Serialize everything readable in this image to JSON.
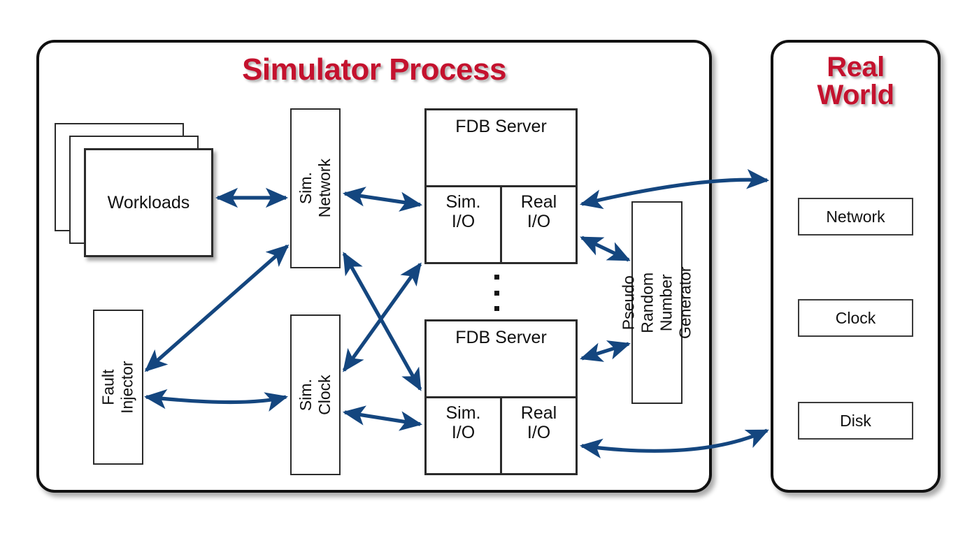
{
  "diagram": {
    "title": "Simulator Process",
    "colors": {
      "accent_red": "#c4122e",
      "arrow_blue": "#14467f",
      "box_border": "#2b2b2b",
      "background": "#ffffff"
    },
    "simulator_process": {
      "title": "Simulator Process",
      "workloads": {
        "label": "Workloads",
        "stack_count": 3
      },
      "sim_network": {
        "label": "Sim. Network"
      },
      "sim_clock": {
        "label": "Sim. Clock"
      },
      "fault_injector": {
        "label": "Fault Injector"
      },
      "prng": {
        "label": "Pseudo Random\nNumber Generator"
      },
      "fdb_servers": [
        {
          "title": "FDB Server",
          "sim_io": "Sim.\nI/O",
          "real_io": "Real\nI/O"
        },
        {
          "title": "FDB Server",
          "sim_io": "Sim.\nI/O",
          "real_io": "Real\nI/O"
        }
      ],
      "ellipsis": "⋮"
    },
    "real_world": {
      "title": "Real\nWorld",
      "items": [
        {
          "label": "Network"
        },
        {
          "label": "Clock"
        },
        {
          "label": "Disk"
        }
      ]
    },
    "connections": [
      {
        "from": "Workloads",
        "to": "Sim. Network",
        "style": "double-arrow"
      },
      {
        "from": "Sim. Network",
        "to": "FDB Server 1 Sim. I/O",
        "style": "double-arrow"
      },
      {
        "from": "Sim. Network",
        "to": "FDB Server 2 Sim. I/O",
        "style": "double-arrow"
      },
      {
        "from": "Sim. Clock",
        "to": "FDB Server 1 Sim. I/O",
        "style": "double-arrow"
      },
      {
        "from": "Sim. Clock",
        "to": "FDB Server 2 Sim. I/O",
        "style": "double-arrow"
      },
      {
        "from": "Fault Injector",
        "to": "Sim. Network",
        "style": "double-arrow"
      },
      {
        "from": "Fault Injector",
        "to": "Sim. Clock",
        "style": "double-arrow"
      },
      {
        "from": "FDB Server 1 Real I/O",
        "to": "Pseudo Random Number Generator",
        "style": "double-arrow"
      },
      {
        "from": "FDB Server 2 Real I/O",
        "to": "Pseudo Random Number Generator",
        "style": "double-arrow"
      },
      {
        "from": "FDB Server 1 Real I/O",
        "to": "Real World Network",
        "style": "double-arrow-curved"
      },
      {
        "from": "FDB Server 2 Real I/O",
        "to": "Real World Disk",
        "style": "double-arrow-curved"
      }
    ]
  }
}
